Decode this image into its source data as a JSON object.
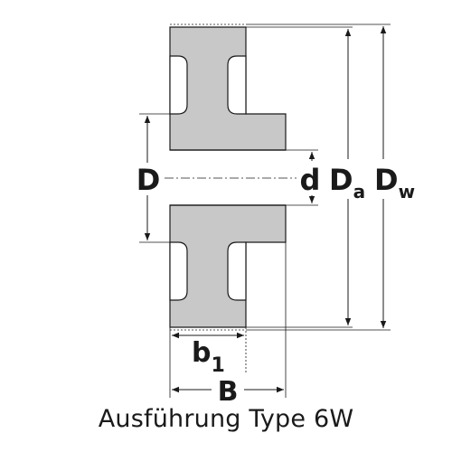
{
  "labels": {
    "D": "D",
    "d": "d",
    "Da_main": "D",
    "Da_sub": "a",
    "Dw_main": "D",
    "Dw_sub": "w",
    "b1_main": "b",
    "b1_sub": "1",
    "B": "B"
  },
  "caption": "Ausführung Type 6W",
  "colors": {
    "fill": "#c8c8c8",
    "stroke": "#1a1a1a"
  }
}
